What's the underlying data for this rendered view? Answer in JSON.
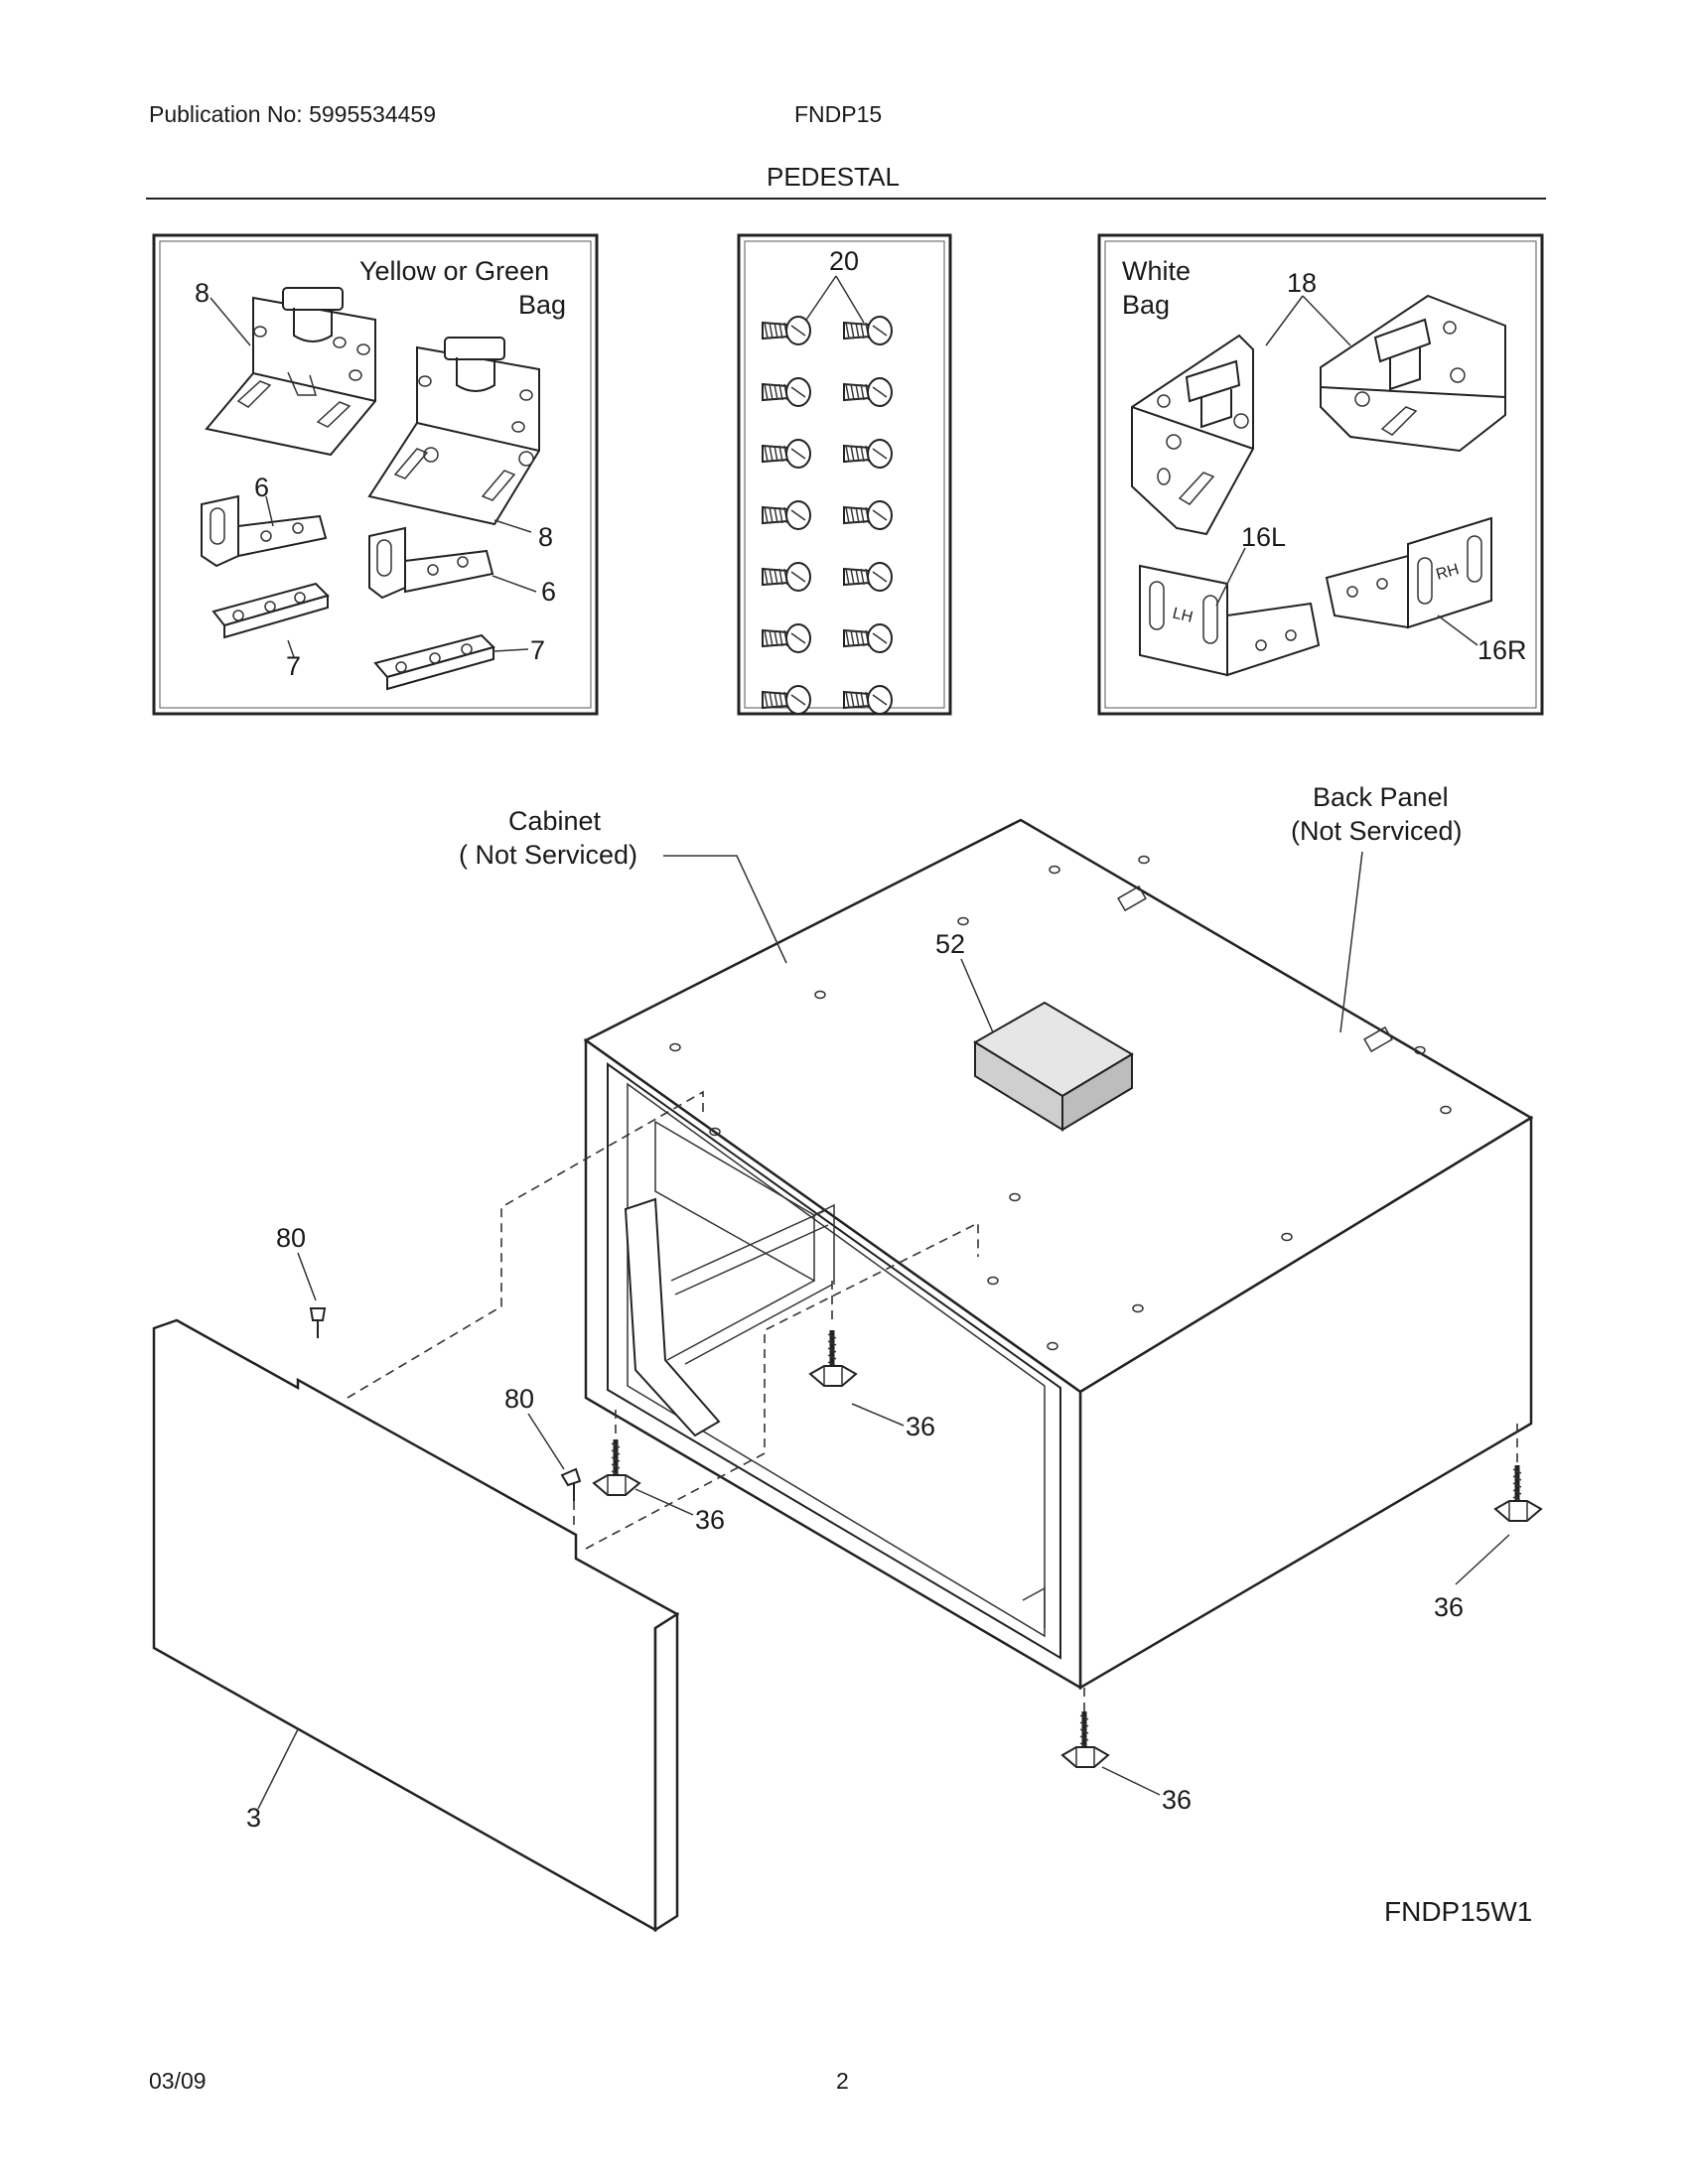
{
  "header": {
    "publication": "Publication No: 5995534459",
    "model": "FNDP15",
    "section_title": "PEDESTAL"
  },
  "footer": {
    "date": "03/09",
    "page": "2"
  },
  "diagram_code": "FNDP15W1",
  "boxes": {
    "left": {
      "bag_line1": "Yellow or Green",
      "bag_line2": "Bag"
    },
    "right": {
      "bag_line1": "White",
      "bag_line2": "Bag"
    }
  },
  "callouts": {
    "bracket_8a": "8",
    "bracket_8b": "8",
    "angle_6a": "6",
    "angle_6b": "6",
    "plate_7a": "7",
    "plate_7b": "7",
    "screws_20": "20",
    "hinge_18": "18",
    "bracket_16l": "16L",
    "bracket_16r": "16R",
    "foam_52": "52",
    "screw_80a": "80",
    "screw_80b": "80",
    "leveler_36a": "36",
    "leveler_36b": "36",
    "leveler_36c": "36",
    "leveler_36d": "36",
    "panel_3": "3",
    "cabinet_line1": "Cabinet",
    "cabinet_line2": "( Not Serviced)",
    "backpanel_line1": "Back Panel",
    "backpanel_line2": "(Not Serviced)",
    "lh_mark": "LH",
    "rh_mark": "RH"
  }
}
